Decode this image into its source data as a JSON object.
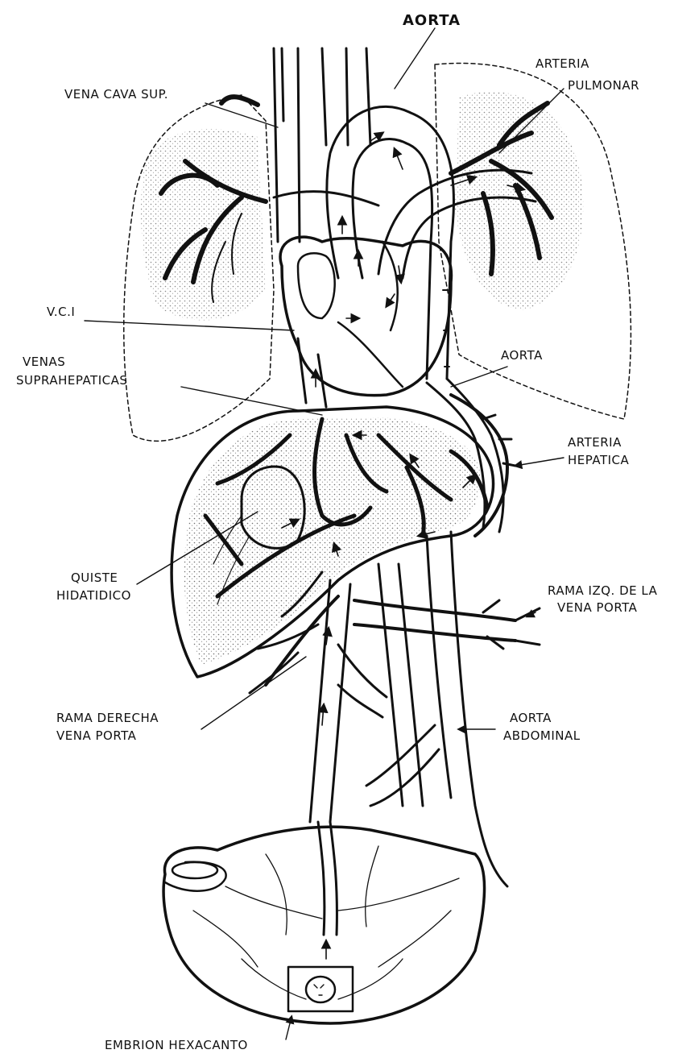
{
  "labels": {
    "aorta_top": "AORTA",
    "vena_cava_sup": "VENA CAVA SUP.",
    "arteria_pulmonar_1": "ARTERIA",
    "arteria_pulmonar_2": "PULMONAR",
    "vci": "V.C.I",
    "venas_1": "VENAS",
    "venas_2": "SUPRAHEPATICAS",
    "aorta_mid": "AORTA",
    "arteria_hepatica_1": "ARTERIA",
    "arteria_hepatica_2": "HEPATICA",
    "quiste_1": "QUISTE",
    "quiste_2": "HIDATIDICO",
    "rama_izq_1": "RAMA IZQ. DE LA",
    "rama_izq_2": "VENA PORTA",
    "rama_der_1": "RAMA DERECHA",
    "rama_der_2": "VENA PORTA",
    "aorta_abd_1": "AORTA",
    "aorta_abd_2": "ABDOMINAL",
    "embrion": "EMBRION HEXACANTO"
  }
}
